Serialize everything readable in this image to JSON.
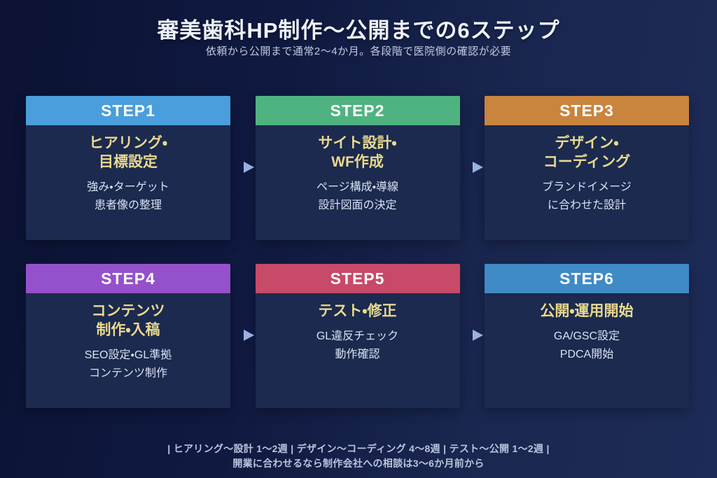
{
  "page": {
    "title": "審美歯科HP制作〜公開までの6ステップ",
    "subtitle": "依頼から公開まで通常2〜4か月。各段階で医院側の確認が必要"
  },
  "steps": [
    {
      "label": "STEP1",
      "color": "#4a9edb",
      "title": "ヒアリング・\n目標設定",
      "description": "強み・ターゲット\n患者像の整理"
    },
    {
      "label": "STEP2",
      "color": "#4fb381",
      "title": "サイト設計・\nWF作成",
      "description": "ページ構成・導線\n設計図面の決定"
    },
    {
      "label": "STEP3",
      "color": "#c9843e",
      "title": "デザイン・\nコーディング",
      "description": "ブランドイメージ\nに合わせた設計"
    },
    {
      "label": "STEP4",
      "color": "#9551cb",
      "title": "コンテンツ\n制作・入稿",
      "description": "SEO設定・GL準拠\nコンテンツ制作"
    },
    {
      "label": "STEP5",
      "color": "#c74a68",
      "title": "テスト・修正",
      "description": "GL違反チェック\n動作確認"
    },
    {
      "label": "STEP6",
      "color": "#3e8bc6",
      "title": "公開・運用開始",
      "description": "GA/GSC設定\nPDCA開始"
    }
  ],
  "footer": {
    "line1": "| ヒアリング〜設計 1〜2週 | デザイン〜コーディング 4〜8週 | テスト〜公開 1〜2週 |",
    "line2": "開業に合わせるなら制作会社への相談は3〜6か月前から"
  },
  "colors": {
    "card_body": "#1b2a4e",
    "step_title_text": "#e9d98f",
    "arrow": "#9ab0de",
    "background_dark": "#0b1233",
    "background_light": "#1d2b58"
  }
}
